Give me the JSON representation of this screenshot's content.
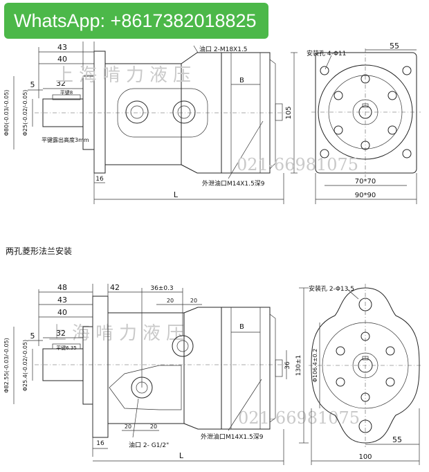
{
  "banner": {
    "text": "WhatsApp: +8617382018825",
    "color": "#4cb849"
  },
  "watermark": {
    "cn": "上海啃力液压",
    "phone": "021-66981075"
  },
  "top": {
    "dim_43": "43",
    "dim_40": "40",
    "dim_5": "5",
    "dim_32": "32",
    "key_label": "平键8",
    "dia_80": "Φ80(-0.03/-0.05)",
    "dia_25": "Φ25(-0.02/-0.05)",
    "key_note": "平键露出高度3mm",
    "port_label": "油口 2-M18X1.5",
    "b_label": "B",
    "drain_label": "外泄油口M14X1.5深9",
    "dim_105": "105",
    "dim_16": "16",
    "L": "L",
    "mount_holes": "安装孔 4-Φ11",
    "dim_55": "55",
    "dim_70": "70*70",
    "dim_90": "90*90"
  },
  "section_title": "两孔菱形法兰安装",
  "bottom": {
    "dim_48": "48",
    "dim_43": "43",
    "dim_40": "40",
    "dim_42": "42",
    "dim_36": "36±0.3",
    "dim_20a": "20",
    "dim_20b": "20",
    "dim_5": "5",
    "dim_32": "32",
    "key_label": "平键6.35",
    "dia_8255": "Φ82.55(-0.03/-0.05)",
    "dia_254": "Φ25.4(-0.02/-0.05)",
    "b_label": "B",
    "dim_36v": "36",
    "dim_20c": "20",
    "dim_20d": "20",
    "port_label": "油口 2- G1/2\"",
    "drain_label": "外泄油口M14X1.5深9",
    "dim_16": "16",
    "L": "L",
    "mount_holes": "安装孔 2-Φ13.5",
    "dim_130": "130±1",
    "dim_106": "Φ106.4±0.2",
    "dim_55": "55",
    "dim_100": "100"
  }
}
